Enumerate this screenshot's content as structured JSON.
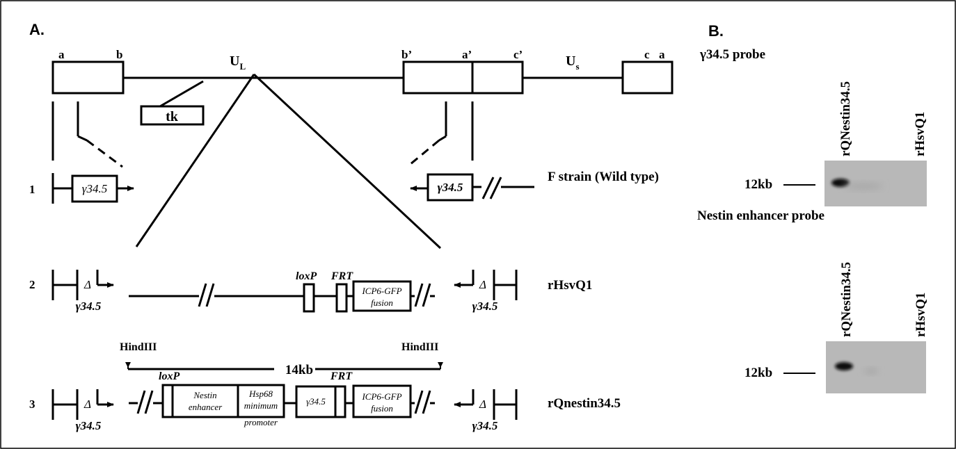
{
  "panel_a": {
    "label": "A.",
    "genome": {
      "a": "a",
      "b": "b",
      "ul": "U",
      "ul_sub": "L",
      "b_prime": "b’",
      "a_prime": "a’",
      "c_prime": "c’",
      "us": "U",
      "us_sub": "s",
      "c": "c",
      "a2": "a",
      "tk": "tk"
    },
    "rows": [
      {
        "num": "1",
        "gene": "γ34.5",
        "name": "F strain (Wild type)"
      },
      {
        "num": "2",
        "delta": "Δ",
        "gene": "γ34.5",
        "loxp": "loxP",
        "frt": "FRT",
        "fusion1": "ICP6-GFP",
        "fusion2": "fusion",
        "name": "rHsvQ1"
      },
      {
        "num": "3",
        "delta": "Δ",
        "gene": "γ34.5",
        "loxp": "loxP",
        "frt": "FRT",
        "nestin1": "Nestin",
        "nestin2": "enhancer",
        "hsp1": "Hsp68",
        "hsp2": "minimum",
        "hsp3": "promoter",
        "insert_gene": "γ34.5",
        "fusion1": "ICP6-GFP",
        "fusion2": "fusion",
        "hind_left": "HindIII",
        "hind_right": "HindIII",
        "size": "14kb",
        "name": "rQnestin34.5"
      }
    ]
  },
  "panel_b": {
    "label": "B.",
    "blots": [
      {
        "probe": "γ34.5 probe",
        "lanes": [
          "rQNestin34.5",
          "rHsvQ1"
        ],
        "marker": "12kb"
      },
      {
        "probe": "Nestin enhancer probe",
        "lanes": [
          "rQNestin34.5",
          "rHsvQ1"
        ],
        "marker": "12kb"
      }
    ]
  }
}
